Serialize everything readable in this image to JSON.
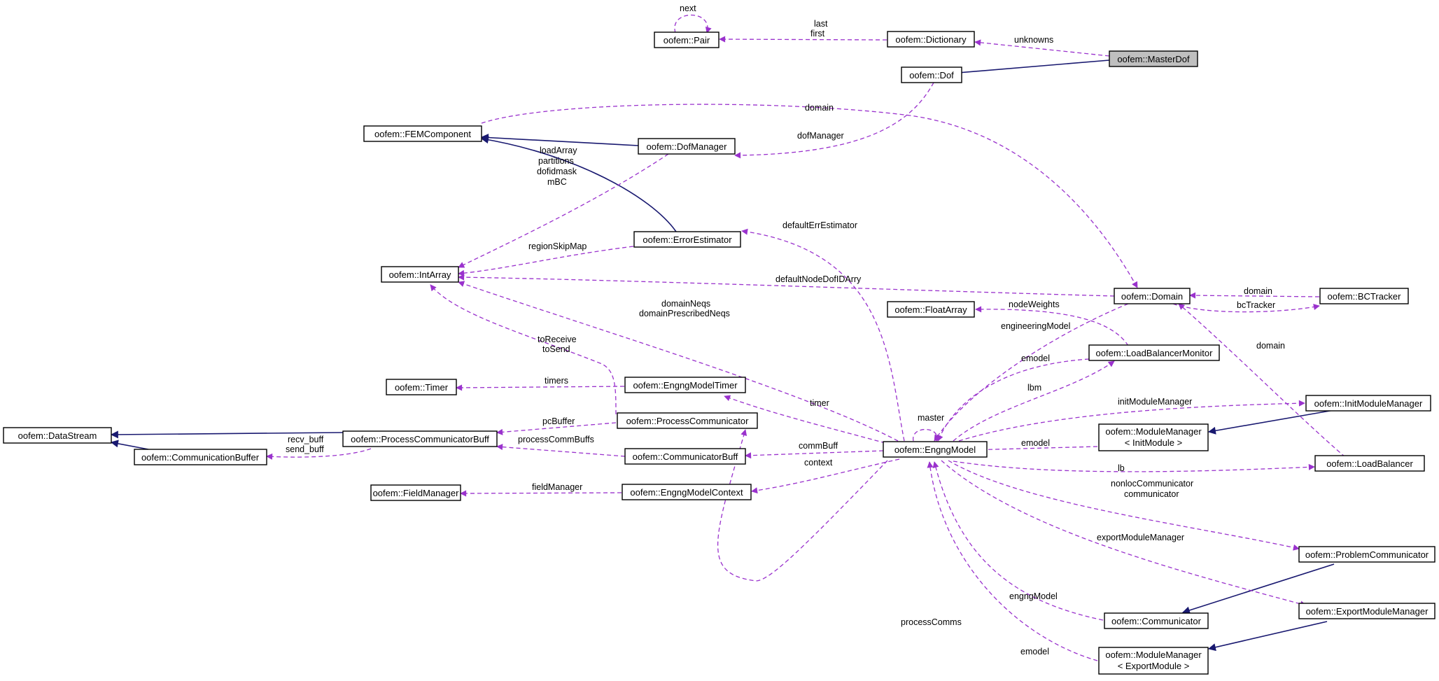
{
  "colors": {
    "usage_edge": "#9a32cd",
    "inherit_edge": "#191970",
    "highlight_fill": "#bfbfbf",
    "node_border": "#000000"
  },
  "nodes": {
    "pair": "oofem::Pair",
    "dictionary": "oofem::Dictionary",
    "masterdof": "oofem::MasterDof",
    "dof": "oofem::Dof",
    "femcomponent": "oofem::FEMComponent",
    "dofmanager": "oofem::DofManager",
    "errorestimator": "oofem::ErrorEstimator",
    "intarray": "oofem::IntArray",
    "domain": "oofem::Domain",
    "bctracker": "oofem::BCTracker",
    "floatarray": "oofem::FloatArray",
    "loadbalancermonitor": "oofem::LoadBalancerMonitor",
    "timer": "oofem::Timer",
    "engngmodeltimer": "oofem::EngngModelTimer",
    "initmodulemanager": "oofem::InitModuleManager",
    "datastream": "oofem::DataStream",
    "processcommunicatorbuff": "oofem::ProcessCommunicatorBuff",
    "processcommunicator": "oofem::ProcessCommunicator",
    "engngmodel": "oofem::EngngModel",
    "modulemanager_init_1": "oofem::ModuleManager",
    "modulemanager_init_2": "< InitModule >",
    "communicationbuffer": "oofem::CommunicationBuffer",
    "communicatorbuff": "oofem::CommunicatorBuff",
    "loadbalancer": "oofem::LoadBalancer",
    "fieldmanager": "oofem::FieldManager",
    "engngmodelcontext": "oofem::EngngModelContext",
    "problemcommunicator": "oofem::ProblemCommunicator",
    "exportmodulemanager": "oofem::ExportModuleManager",
    "communicator": "oofem::Communicator",
    "modulemanager_export_1": "oofem::ModuleManager",
    "modulemanager_export_2": "< ExportModule >"
  },
  "edge_labels": {
    "next": "next",
    "last": "last",
    "first": "first",
    "unknowns": "unknowns",
    "domain_top": "domain",
    "dofmanager": "dofManager",
    "loadarray": "loadArray",
    "partitions": "partitions",
    "dofidmask": "dofidmask",
    "mbc": "mBC",
    "defaulterrestimator": "defaultErrEstimator",
    "regionskipmap": "regionSkipMap",
    "defaultnodedofidarry": "defaultNodeDofIDArry",
    "domain_bctracker": "domain",
    "bctracker": "bcTracker",
    "nodeweights": "nodeWeights",
    "domainneqs": "domainNeqs",
    "domainprescribedneqs": "domainPrescribedNeqs",
    "engineeringmodel": "engineeringModel",
    "toreceive": "toReceive",
    "tosend": "toSend",
    "emodel_lbm": "emodel",
    "domain_lb": "domain",
    "timers": "timers",
    "lbm": "lbm",
    "timer": "timer",
    "initmodulemanager": "initModuleManager",
    "master": "master",
    "pcbuffer": "pcBuffer",
    "recv_buff": "recv_buff",
    "send_buff": "send_buff",
    "processcommbuffs": "processCommBuffs",
    "commbuff": "commBuff",
    "emodel_mm": "emodel",
    "context": "context",
    "lb": "lb",
    "fieldmanager": "fieldManager",
    "nonloccommunicator": "nonlocCommunicator",
    "communicator": "communicator",
    "exportmodulemanager": "exportModuleManager",
    "processcomms": "processComms",
    "engngmodel": "engngModel",
    "emodel_export": "emodel"
  }
}
